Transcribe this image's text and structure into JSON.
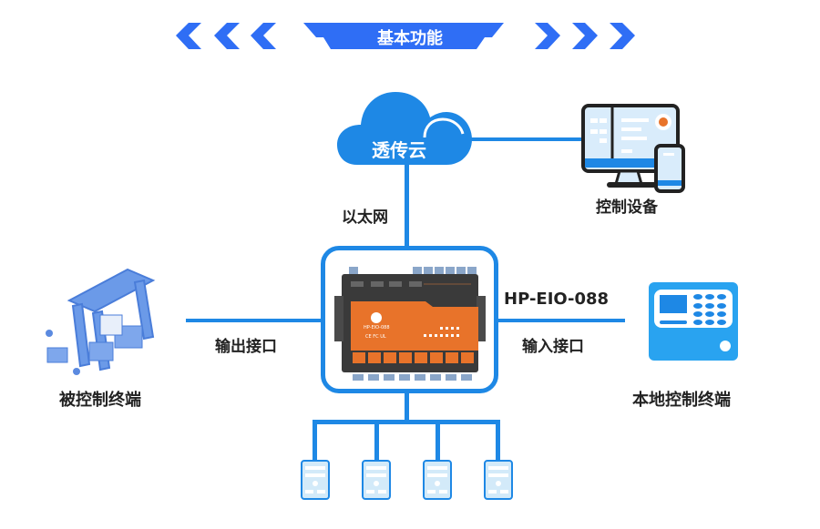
{
  "header": {
    "title": "基本功能",
    "left_chevrons": 3,
    "right_chevrons": 3
  },
  "colors": {
    "accent": "#2f6ef5",
    "line": "#1e88e5",
    "cloud": "#1e88e5",
    "device_orange": "#e8732a",
    "device_body": "#3a3a3a",
    "text": "#222222"
  },
  "diagram": {
    "cloud": {
      "label": "透传云"
    },
    "cloud_link_label": "以太网",
    "control_device": {
      "label": "控制设备"
    },
    "gateway": {
      "model": "HP-EIO-088",
      "face_text": "HP-EIO-088",
      "face_marks": [
        "CE",
        "FC",
        "UL"
      ]
    },
    "output": {
      "link_label": "输出接口",
      "target_label": "被控制终端"
    },
    "input": {
      "link_label": "输入接口",
      "source_label": "本地控制终端"
    },
    "servers": {
      "count": 4
    }
  }
}
